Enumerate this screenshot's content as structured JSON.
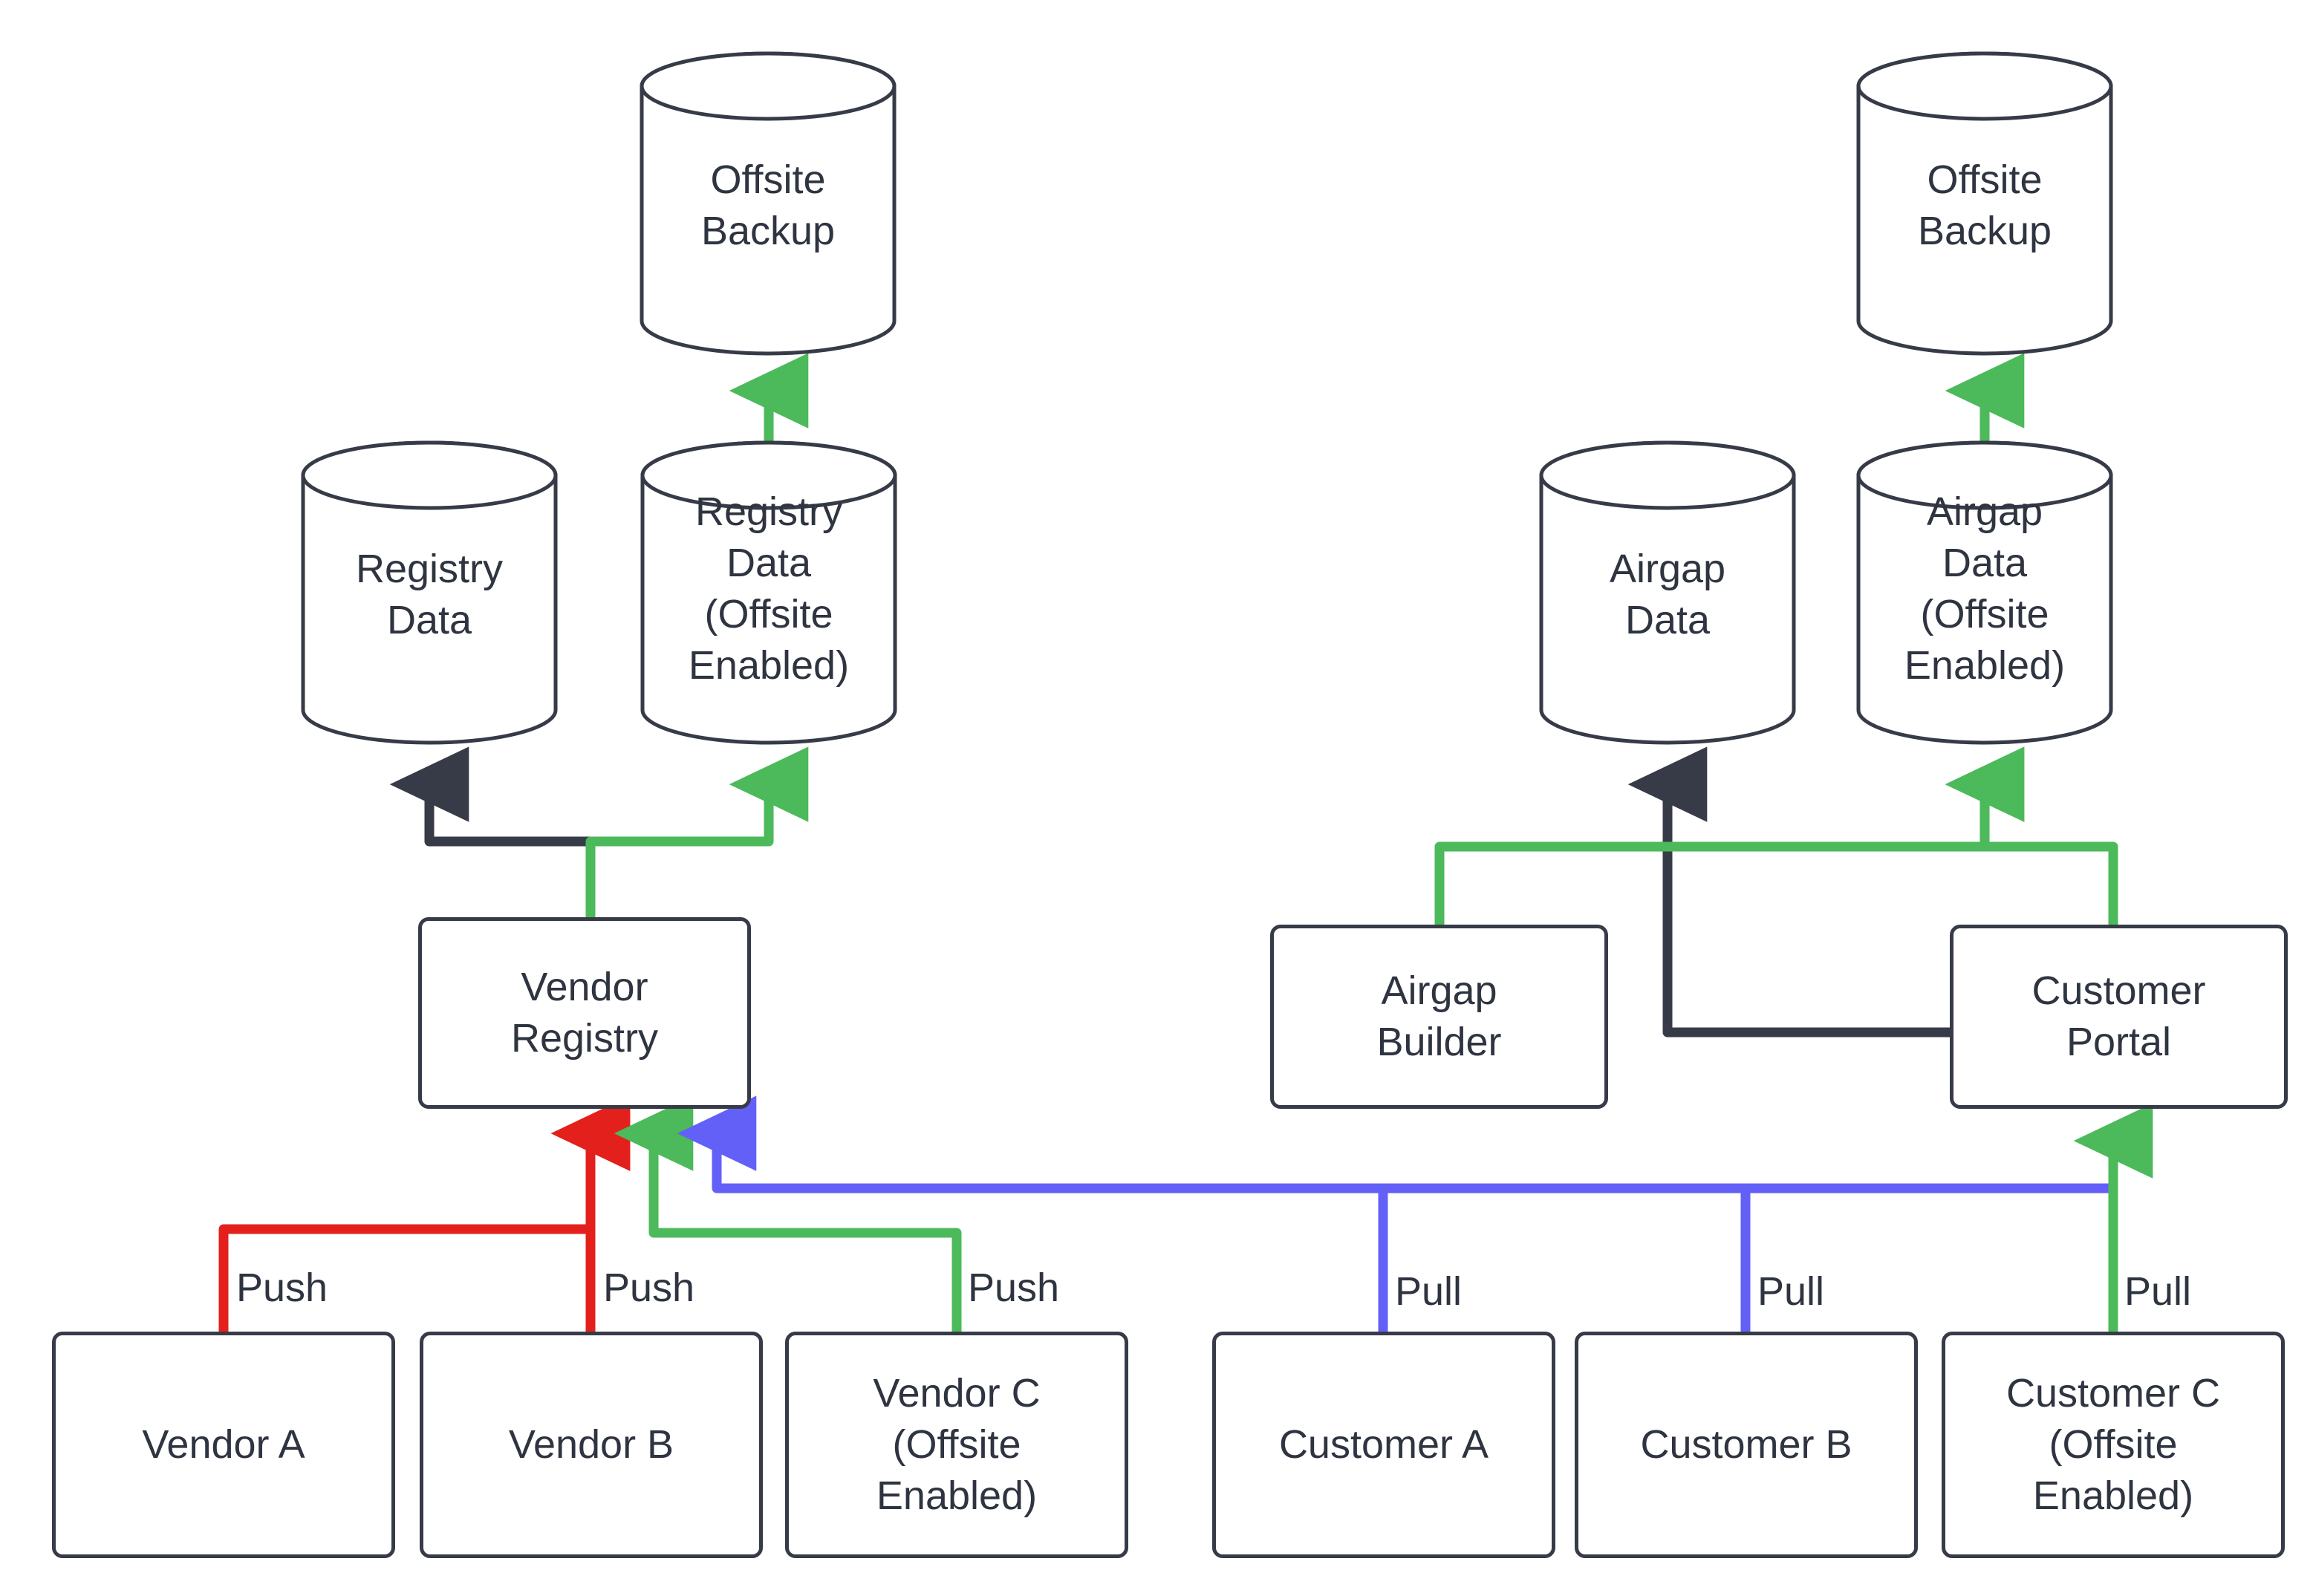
{
  "diagram": {
    "title": "Vendor Registry and Airgap Offsite Backup Flow",
    "background_color": "#ffffff",
    "stroke_color": "#363B47",
    "text_color": "#2E3440",
    "edge_colors": {
      "default": "#363B47",
      "offsite_green": "#4CB95A",
      "push_red": "#E3201C",
      "pull_blue": "#6360F7"
    }
  },
  "nodes": {
    "offsite_backup_left": {
      "label": "Offsite\nBackup",
      "shape": "cylinder"
    },
    "offsite_backup_right": {
      "label": "Offsite\nBackup",
      "shape": "cylinder"
    },
    "registry_data": {
      "label": "Registry\nData",
      "shape": "cylinder"
    },
    "registry_data_offsite": {
      "label": "Registry\nData\n(Offsite\nEnabled)",
      "shape": "cylinder"
    },
    "airgap_data": {
      "label": "Airgap\nData",
      "shape": "cylinder"
    },
    "airgap_data_offsite": {
      "label": "Airgap\nData\n(Offsite\nEnabled)",
      "shape": "cylinder"
    },
    "vendor_registry": {
      "label": "Vendor\nRegistry",
      "shape": "box"
    },
    "airgap_builder": {
      "label": "Airgap\nBuilder",
      "shape": "box"
    },
    "customer_portal": {
      "label": "Customer\nPortal",
      "shape": "box"
    },
    "vendor_a": {
      "label": "Vendor A",
      "shape": "box"
    },
    "vendor_b": {
      "label": "Vendor B",
      "shape": "box"
    },
    "vendor_c": {
      "label": "Vendor C\n(Offsite\nEnabled)",
      "shape": "box"
    },
    "customer_a": {
      "label": "Customer A",
      "shape": "box"
    },
    "customer_b": {
      "label": "Customer B",
      "shape": "box"
    },
    "customer_c": {
      "label": "Customer C\n(Offsite\nEnabled)",
      "shape": "box"
    }
  },
  "edge_labels": {
    "push_vendor_a": "Push",
    "push_vendor_b": "Push",
    "push_vendor_c": "Push",
    "pull_customer_a": "Pull",
    "pull_customer_b": "Pull",
    "pull_customer_c": "Pull"
  },
  "edges": [
    {
      "from": "vendor_a",
      "to": "vendor_registry",
      "label": "Push",
      "color": "#E3201C"
    },
    {
      "from": "vendor_b",
      "to": "vendor_registry",
      "label": "Push",
      "color": "#E3201C"
    },
    {
      "from": "vendor_c",
      "to": "vendor_registry",
      "label": "Push",
      "color": "#4CB95A"
    },
    {
      "from": "vendor_registry",
      "to": "registry_data",
      "label": "",
      "color": "#363B47"
    },
    {
      "from": "vendor_registry",
      "to": "registry_data_offsite",
      "label": "",
      "color": "#4CB95A"
    },
    {
      "from": "registry_data_offsite",
      "to": "offsite_backup_left",
      "label": "",
      "color": "#4CB95A"
    },
    {
      "from": "customer_a",
      "to": "customer_portal",
      "label": "Pull",
      "color": "#6360F7"
    },
    {
      "from": "customer_b",
      "to": "customer_portal",
      "label": "Pull",
      "color": "#6360F7"
    },
    {
      "from": "customer_c",
      "to": "customer_portal",
      "label": "Pull",
      "color": "#4CB95A"
    },
    {
      "from": "customer_a",
      "to": "vendor_registry",
      "label": "",
      "color": "#6360F7"
    },
    {
      "from": "customer_portal",
      "to": "airgap_data",
      "label": "",
      "color": "#363B47"
    },
    {
      "from": "airgap_builder",
      "to": "airgap_data_offsite",
      "label": "",
      "color": "#4CB95A"
    },
    {
      "from": "customer_portal",
      "to": "airgap_data_offsite",
      "label": "",
      "color": "#4CB95A"
    },
    {
      "from": "airgap_data_offsite",
      "to": "offsite_backup_right",
      "label": "",
      "color": "#4CB95A"
    }
  ]
}
